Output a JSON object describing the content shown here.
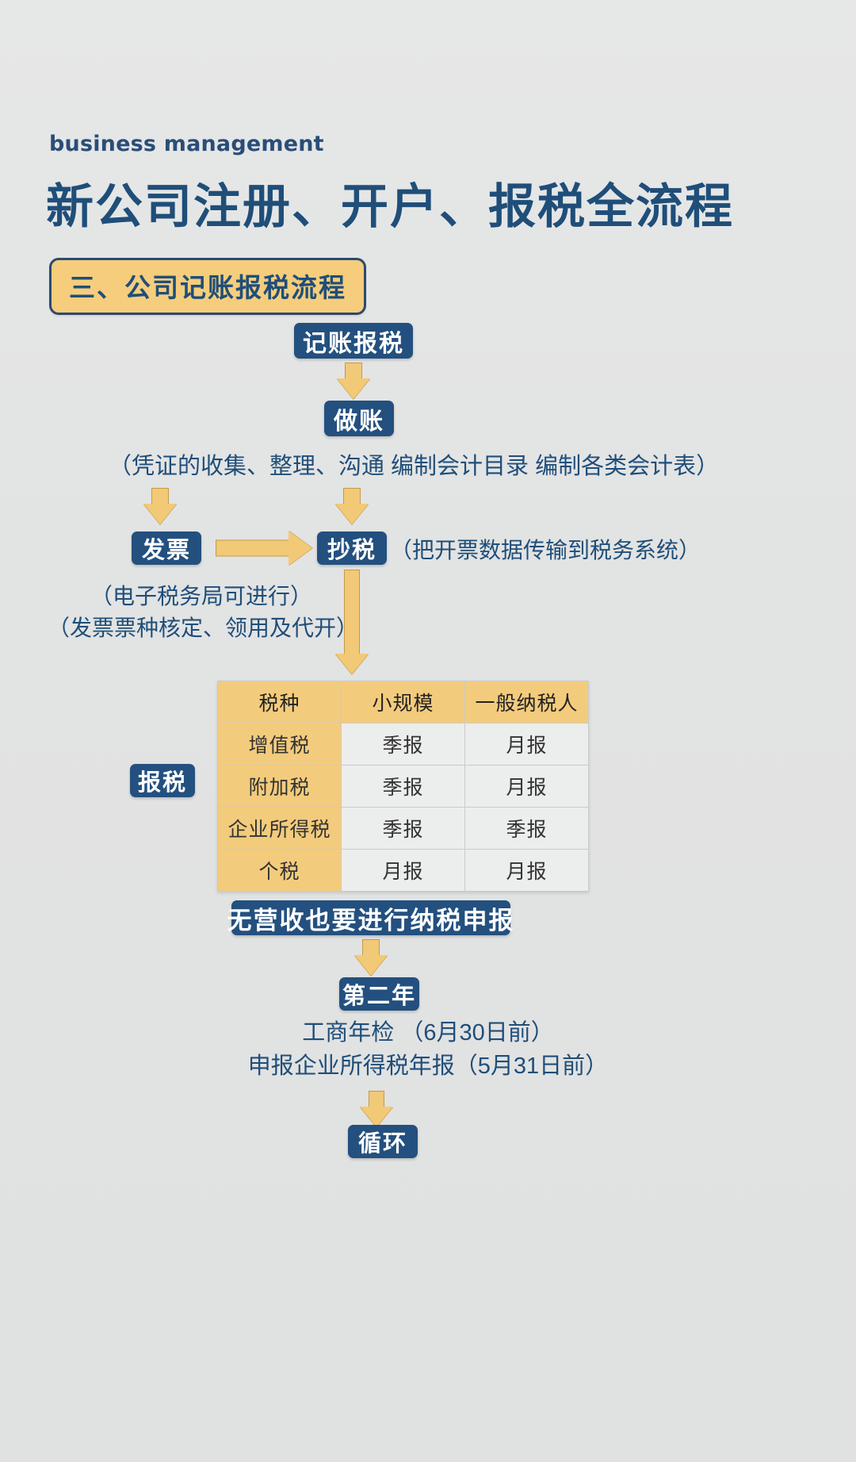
{
  "header": {
    "eyebrow": "business management",
    "title": "新公司注册、开户、报税全流程",
    "section_badge": "三、公司记账报税流程"
  },
  "flow": {
    "node_jizhang_baoshui": "记账报税",
    "node_zuozhang": "做账",
    "note_zuozhang": "（凭证的收集、整理、沟通 编制会计目录 编制各类会计表）",
    "node_fapiao": "发票",
    "node_chaoshui": "抄税",
    "note_chaoshui": "（把开票数据传输到税务系统）",
    "note_fapiao_1": "（电子税务局可进行）",
    "note_fapiao_2": "（发票票种核定、领用及代开）",
    "node_baoshui": "报税",
    "node_wuyingshou": "无营收也要进行纳税申报",
    "node_dieryear": "第二年",
    "note_year_1": "工商年检 （6月30日前）",
    "note_year_2": "申报企业所得税年报（5月31日前）",
    "node_xunhuan": "循环"
  },
  "table": {
    "headers": [
      "税种",
      "小规模",
      "一般纳税人"
    ],
    "rows": [
      [
        "增值税",
        "季报",
        "月报"
      ],
      [
        "附加税",
        "季报",
        "月报"
      ],
      [
        "企业所得税",
        "季报",
        "季报"
      ],
      [
        "个税",
        "月报",
        "月报"
      ]
    ]
  },
  "colors": {
    "background": "#e3e4e4",
    "node_blue": "#23507f",
    "title_blue": "#1f4e79",
    "accent_yellow": "#f3cb7c",
    "arrow_yellow": "#f2c976",
    "arrow_border": "#c49a46"
  }
}
